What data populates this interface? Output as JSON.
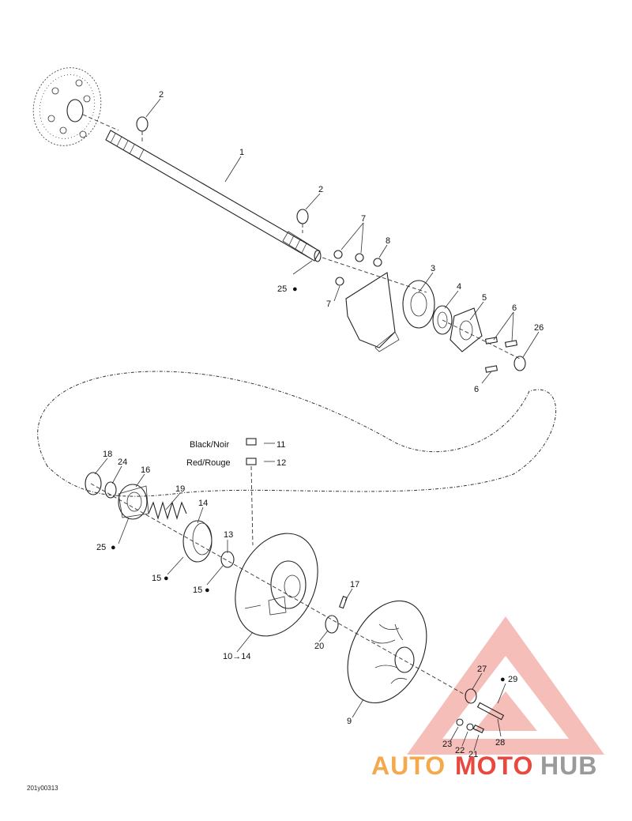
{
  "callouts": {
    "c1": "1",
    "c2a": "2",
    "c2b": "2",
    "c3": "3",
    "c4": "4",
    "c5": "5",
    "c6a": "6",
    "c6b": "6",
    "c7a": "7",
    "c7b": "7",
    "c8": "8",
    "c25a": "25",
    "c26": "26",
    "c11": "11",
    "c12": "12",
    "c18": "18",
    "c24": "24",
    "c16": "16",
    "c19": "19",
    "c14": "14",
    "c13": "13",
    "c25b": "25",
    "c15a": "15",
    "c15b": "15",
    "c17": "17",
    "c20": "20",
    "c10_14": "10→14",
    "c9": "9",
    "c27": "27",
    "c29": "29",
    "c28": "28",
    "c23": "23",
    "c22": "22",
    "c21": "21"
  },
  "legend": {
    "black": "Black/Noir",
    "red": "Red/Rouge"
  },
  "drawing_code": "201y00313",
  "watermark": {
    "auto": "AUTO",
    "moto": "MOTO",
    "hub": "HUB",
    "color_auto": "#f5a94d",
    "color_moto": "#e8483e",
    "color_hub": "#9a9a9a"
  }
}
